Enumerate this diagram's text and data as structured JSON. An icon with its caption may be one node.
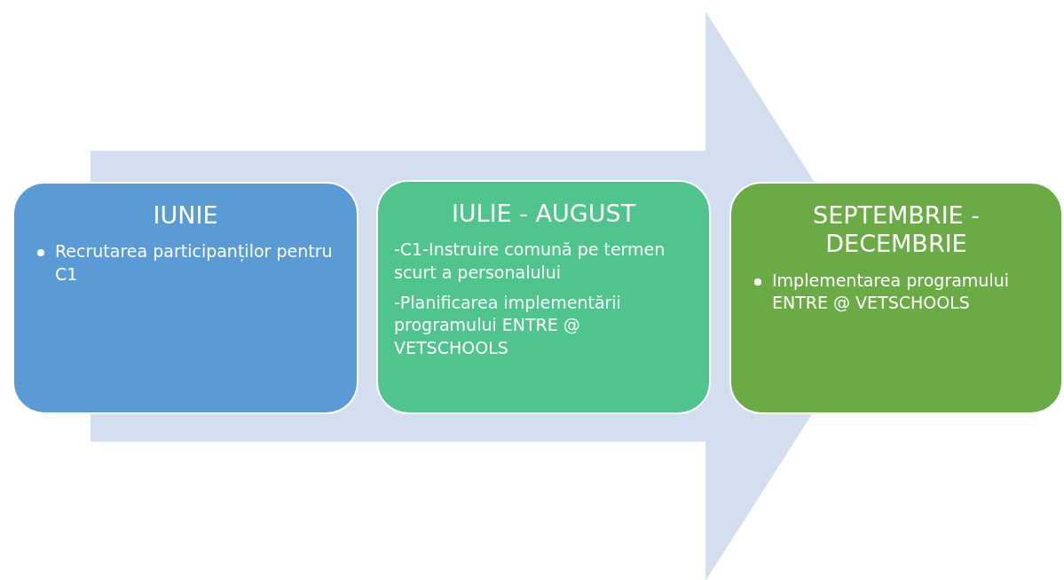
{
  "diagram": {
    "nodes": [
      {
        "text": [
          "IUNIE",
          "Recrutarea participanților pentru C1"
        ]
      },
      {
        "text": [
          "IULIE - AUGUST",
          "-C1-Instruire comună pe termen scurt a personalului",
          "-Planificarea implementării programului ENTRE @ VETSCHOOLS"
        ]
      },
      {
        "text": [
          "SEPTEMBRIE - DECEMBRIE",
          "Implementarea programului ENTRE @ VETSCHOOLS"
        ]
      }
    ],
    "edges": [
      {
        "from": 0,
        "to": 2,
        "arrow": "to"
      }
    ]
  }
}
